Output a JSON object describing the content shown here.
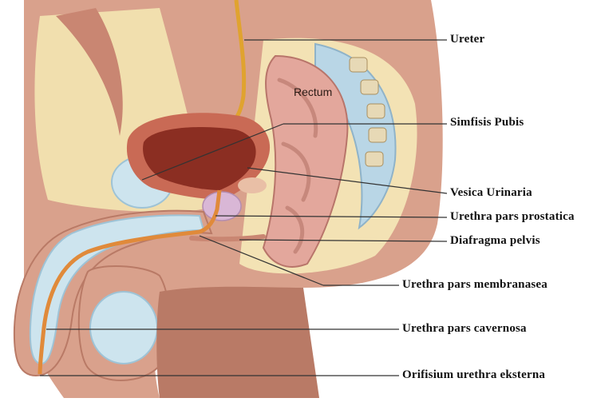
{
  "labels": {
    "ureter": "Ureter",
    "simfisis_pubis": "Simfisis  Pubis",
    "vesica_urinaria": "Vesica Urinaria",
    "urethra_pars_prostatica": "Urethra  pars  prostatica",
    "diafragma_pelvis": "Diafragma  pelvis",
    "urethra_pars_membranasea": "Urethra  pars  membranasea",
    "urethra_pars_cavernosa": "Urethra  pars  cavernosa",
    "orifisium_urethra_eksterna": "Orifisium  urethra  eksterna"
  },
  "inner_labels": {
    "rectum": "Rectum"
  },
  "colors": {
    "skin": "#d9a18c",
    "skin_dark": "#b97a66",
    "fat": "#f1dfae",
    "bladder_wall": "#c96a55",
    "bladder_lumen": "#8b2e22",
    "urethra": "#e08a3a",
    "pubis": "#cde4ee",
    "bone_blue": "#b9d6e6",
    "rectum_pink": "#e3a79c",
    "leader_line": "#333333"
  }
}
